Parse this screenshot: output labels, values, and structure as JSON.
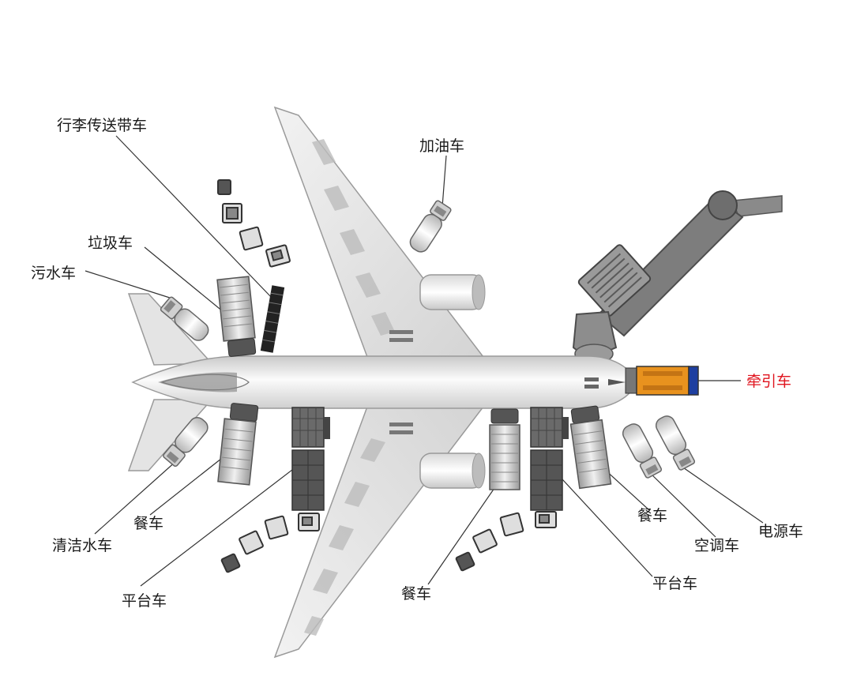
{
  "labels": {
    "baggage_belt": "行李传送带车",
    "fuel": "加油车",
    "garbage": "垃圾车",
    "sewage": "污水车",
    "tow": "牵引车",
    "clean_water": "清洁水车",
    "catering_left": "餐车",
    "platform_left": "平台车",
    "catering_mid": "餐车",
    "platform_right": "平台车",
    "catering_right": "餐车",
    "air_con": "空调车",
    "power": "电源车"
  },
  "colors": {
    "highlight": "#e0141e",
    "tow_body": "#e8921e",
    "tow_cab": "#1e3fa0"
  }
}
